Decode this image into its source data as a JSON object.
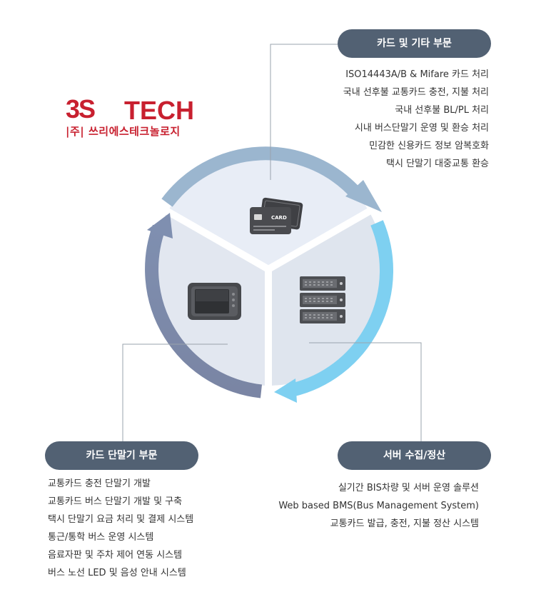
{
  "logo": {
    "mark": "3S",
    "name": "TECH",
    "subtitle": "|주| 쓰리에스테크놀로지"
  },
  "sections": {
    "card": {
      "title": "카드 및 기타 부문",
      "items": [
        "ISO14443A/B & Mifare 카드 처리",
        "국내 선후불 교통카드 충전, 지불 처리",
        "국내 선후불 BL/PL 처리",
        "시내 버스단말기 운영 및 환승 처리",
        "민감한 신용카드 정보 암복호화",
        "택시 단말기 대중교통 환승"
      ]
    },
    "terminal": {
      "title": "카드 단말기 부문",
      "items": [
        "교통카드 충전 단말기 개발",
        "교통카드 버스 단말기 개발 및 구축",
        "택시 단말기 요금 처리 및 결제 시스템",
        "통근/통학 버스 운영 시스템",
        "음료자판 및 주차 제어 연동 시스템",
        "버스 노선 LED 및 음성 안내 시스템"
      ]
    },
    "server": {
      "title": "서버 수집/정산",
      "items": [
        "실기간 BIS차량 및 서버 운영 솔루션",
        "Web based BMS(Bus Management System)",
        "교통카드 발급, 충전, 지불 정산 시스템"
      ]
    }
  },
  "card_icon": {
    "label": "CARD"
  },
  "colors": {
    "pill": "#526173",
    "brand": "#c8202f",
    "arrow_top": "#9bb6cf",
    "arrow_right": "#7ed0f1",
    "arrow_left": "#7886a3",
    "segment_top": "#e8edf6",
    "segment_left": "#e2e7f0",
    "segment_right": "#dfe5ee"
  }
}
